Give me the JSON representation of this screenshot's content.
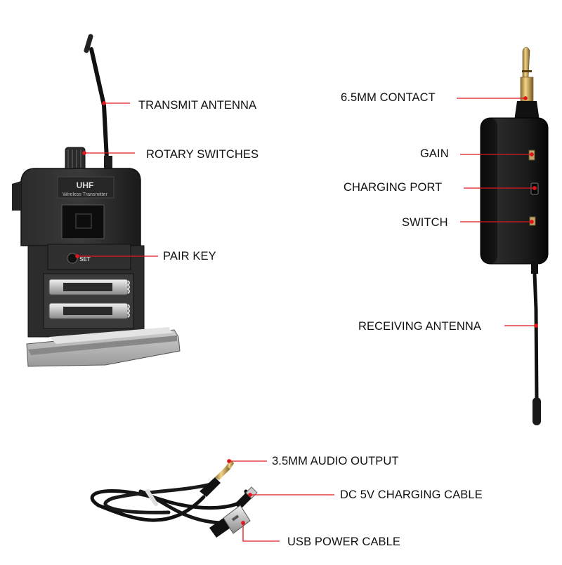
{
  "colors": {
    "leader": "#e0161d",
    "device": "#1c1c1c",
    "background": "#ffffff"
  },
  "transmitter": {
    "brand": "UHF",
    "model": "Wireless Transmitter",
    "button_text": "SET"
  },
  "labels": {
    "transmit_antenna": "TRANSMIT ANTENNA",
    "rotary_switches": "ROTARY SWITCHES",
    "pair_key": "PAIR KEY",
    "contact": "6.5MM CONTACT",
    "gain": "GAIN",
    "charging_port": "CHARGING PORT",
    "switch": "SWITCH",
    "receiving_antenna": "RECEIVING ANTENNA",
    "audio_output": "3.5MM AUDIO OUTPUT",
    "charging_cable": "DC 5V CHARGING CABLE",
    "usb_cable": "USB POWER CABLE"
  }
}
